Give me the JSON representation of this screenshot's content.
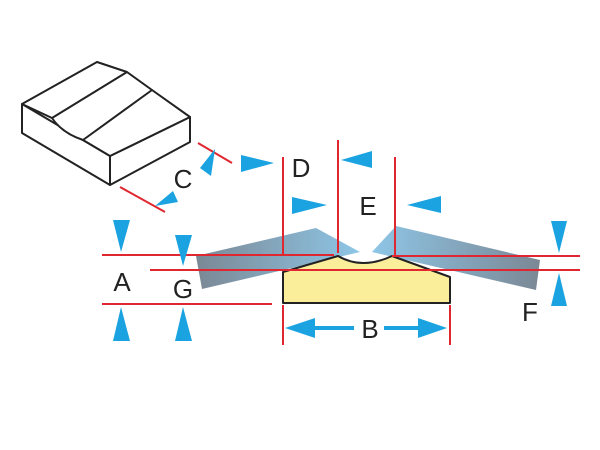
{
  "colors": {
    "dimension_line": "#e0262f",
    "arrow": "#1aa3e0",
    "workpiece": "#fbee9a",
    "outline": "#222222",
    "tool_light": "#8ec6e6",
    "tool_dark": "#7b8895"
  },
  "labels": {
    "A": "A",
    "B": "B",
    "C": "C",
    "D": "D",
    "E": "E",
    "F": "F",
    "G": "G"
  }
}
